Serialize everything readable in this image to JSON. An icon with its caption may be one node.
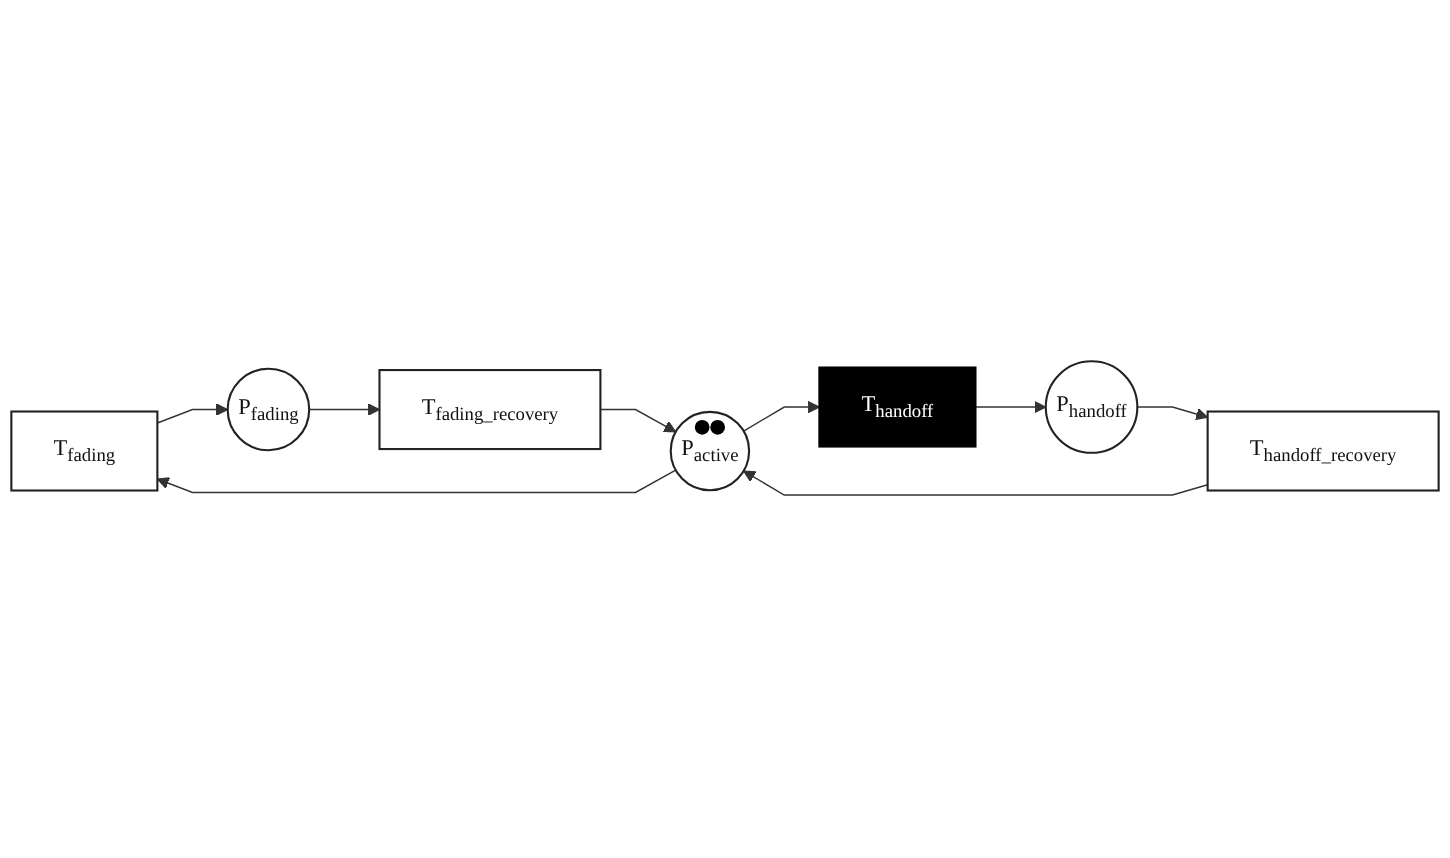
{
  "diagram": {
    "nodes": [
      {
        "text": [
          "T$_{fading}$"
        ]
      },
      {
        "text": [
          "T$_{handoff}$"
        ]
      },
      {
        "text": [
          "P$_{fading}$"
        ]
      },
      {
        "text": [
          "P$_{active}$"
        ]
      },
      {
        "text": [
          "P$_{handoff}$"
        ]
      },
      {
        "text": [
          "T$_{fading_recovery}$"
        ]
      },
      {
        "text": [
          "T$_{handoff_recovery}$"
        ]
      }
    ],
    "edges": [
      {
        "from": 0,
        "to": 2,
        "arrow": "to"
      },
      {
        "from": 3,
        "to": 0,
        "arrow": "to"
      },
      {
        "from": 3,
        "to": 1,
        "arrow": "to"
      },
      {
        "from": 1,
        "to": 4,
        "arrow": "to"
      },
      {
        "from": 2,
        "to": 5,
        "arrow": "to"
      },
      {
        "from": 5,
        "to": 3,
        "arrow": "to"
      },
      {
        "from": 6,
        "to": 3,
        "arrow": "to"
      },
      {
        "from": 4,
        "to": 6,
        "arrow": "to"
      }
    ]
  }
}
